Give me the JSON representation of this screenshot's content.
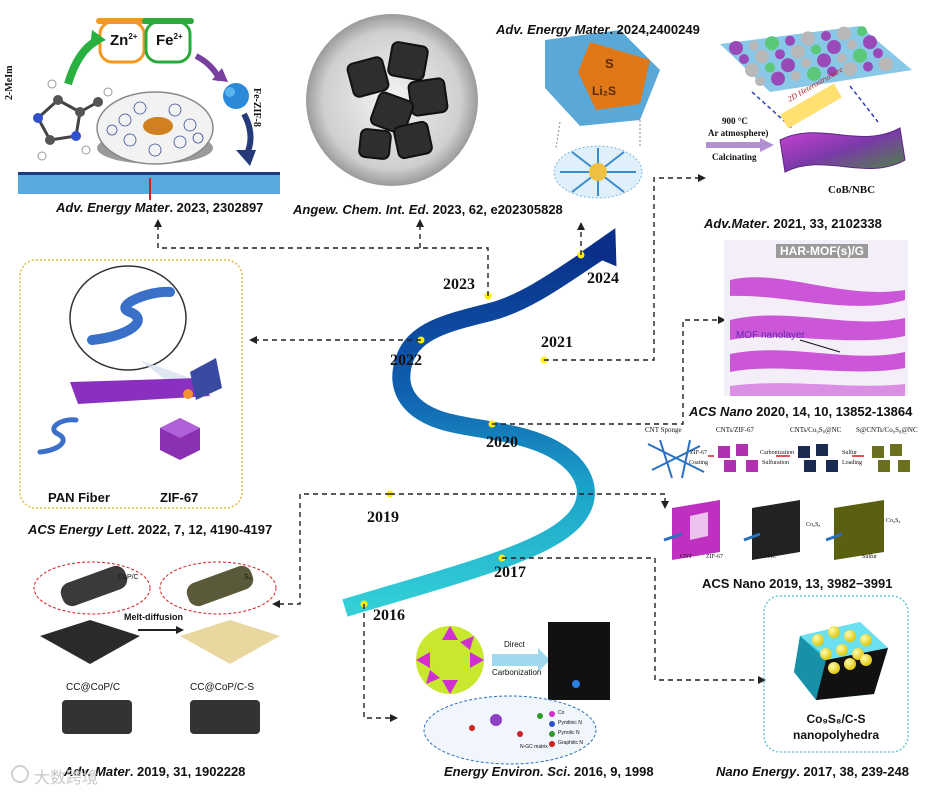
{
  "timeline": {
    "years": [
      "2016",
      "2017",
      "2019",
      "2020",
      "2021",
      "2022",
      "2023",
      "2024"
    ]
  },
  "references": {
    "r2023a": {
      "journal": "Adv. Energy Mater",
      "rest": ". 2023, 2302897"
    },
    "r2023b": {
      "journal": "Angew. Chem. Int. Ed",
      "rest": ". 2023, 62, e202305828"
    },
    "r2024": {
      "journal": "Adv. Energy Mater",
      "rest": ". 2024,2400249"
    },
    "r2021": {
      "journal": "Adv.Mater",
      "rest": ". 2021, 33, 2102338"
    },
    "r2020": {
      "journal": "ACS Nano",
      "rest": " 2020, 14, 10, 13852-13864"
    },
    "r2022": {
      "journal": "ACS Energy Lett",
      "rest": ". 2022, 7, 12, 4190-4197"
    },
    "r2019a": {
      "journal": "ACS Nano",
      "rest": " 2019, 13, 3982−3991"
    },
    "r2019b": {
      "journal": "Adv. Mater",
      "rest": ". 2019, 31, 1902228"
    },
    "r2016": {
      "journal": "Energy Environ. Sci",
      "rest": ". 2016, 9, 1998"
    },
    "r2017": {
      "journal": "Nano Energy",
      "rest": ". 2017, 38, 239-248"
    }
  },
  "panel2023": {
    "zn": "Zn",
    "fe": "Fe",
    "charge": "2+",
    "ligand": "2-MeIm",
    "product": "Fe-ZIF-8"
  },
  "panel2024": {
    "s": "S",
    "li2s": "Li₂S"
  },
  "panel2021": {
    "temp": "900 °C",
    "atm": "Ar atmosphere)",
    "calc": "Calcinating",
    "hetero": "2D Heterostructure",
    "product": "CoB/NBC"
  },
  "panel2020": {
    "title": "HAR-MOF(s)/G",
    "layer": "MOF nanolayer"
  },
  "panel2022": {
    "fiber": "PAN Fiber",
    "zif": "ZIF-67"
  },
  "panel2019a": {
    "s1": "CNT Sponge",
    "s2": "CNTs/ZIF-67",
    "s3": "CNTs/Co₉S₈@NC",
    "s4": "S@CNTs/Co₉S₈@NC",
    "a1": "ZIF-67",
    "a1b": "Coating",
    "a2": "Carbonization",
    "a2b": "Sulfuration",
    "a3": "Sulfur",
    "a3b": "Loading",
    "c1": "CNT",
    "c2": "ZIF-67",
    "c3": "NC",
    "c4": "Co₉S₈",
    "c5": "Sulfur",
    "c6": "Co₉S₈"
  },
  "panel2019b": {
    "cop": "CoP/C",
    "s8": "S₈",
    "melt": "Melt-diffusion",
    "left": "CC@CoP/C",
    "right": "CC@CoP/C-S"
  },
  "panel2016": {
    "direct": "Direct",
    "carb": "Carbonization",
    "co": "Co",
    "n1": "Pyridinic N",
    "n2": "Pyrrolic N",
    "n3": "Graphitic N",
    "ngc": "N-GC matrix"
  },
  "panel2017": {
    "line1": "Co₉S₈/C-S",
    "line2": "nanopolyhedra"
  },
  "watermark": "大数跨境"
}
